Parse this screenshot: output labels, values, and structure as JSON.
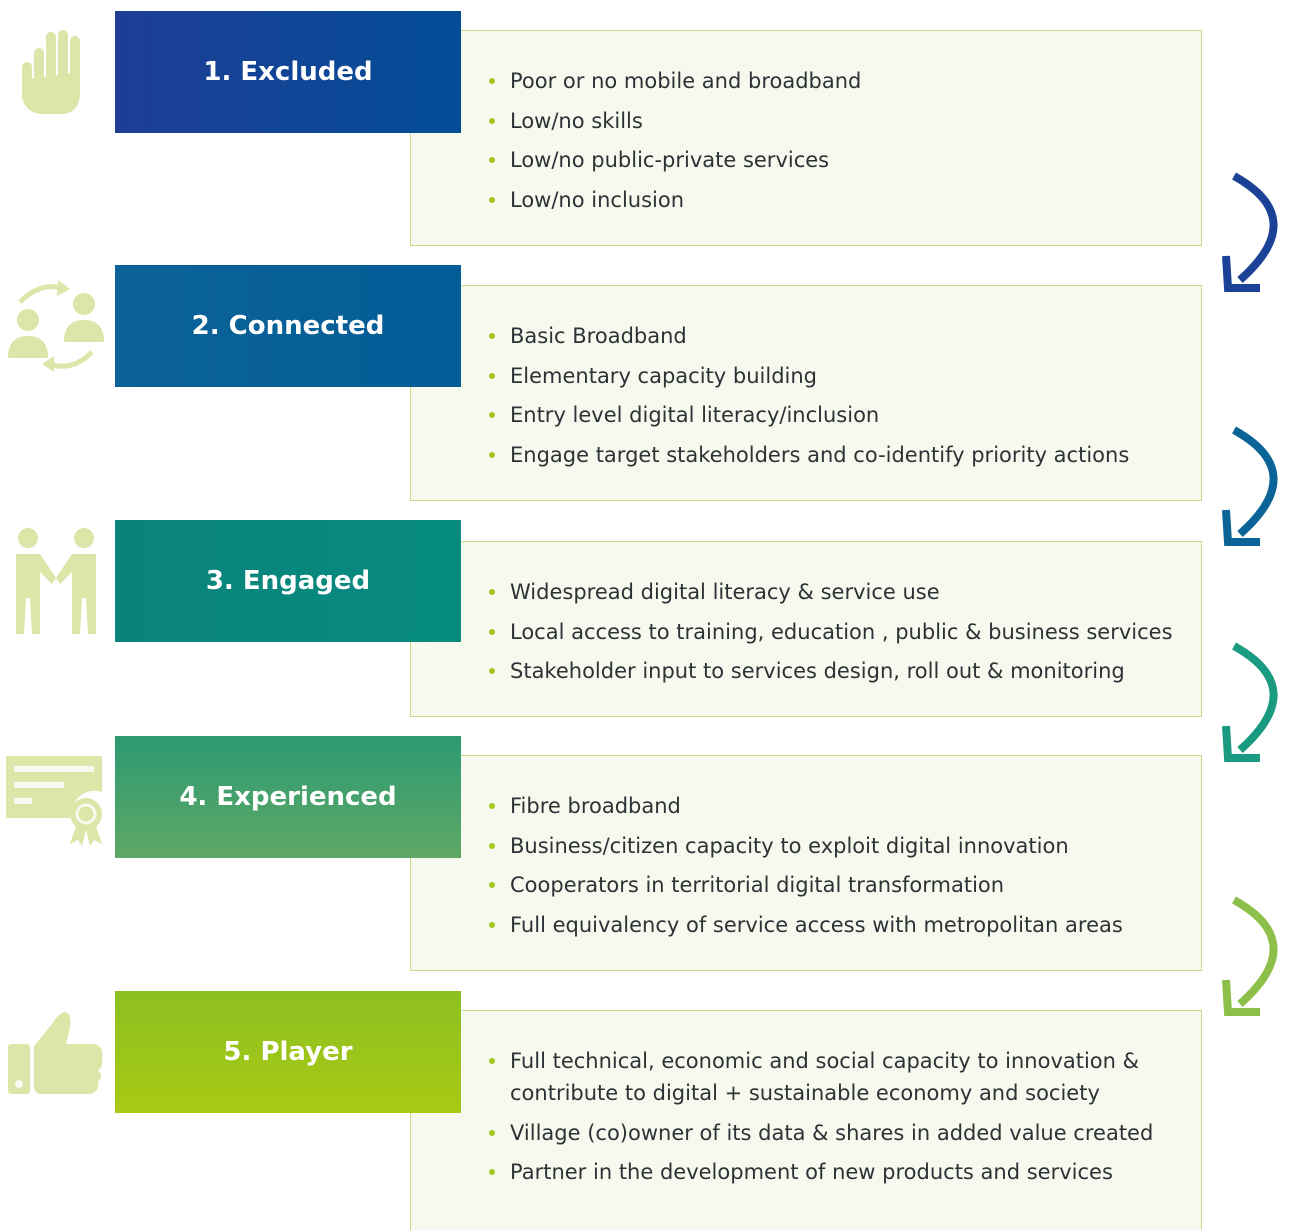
{
  "stages": [
    {
      "title": "1. Excluded",
      "icon": "hand-stop-icon",
      "color": "#1c4297",
      "bullets": [
        "Poor or no mobile and broadband",
        "Low/no skills",
        "Low/no public-private services",
        "Low/no inclusion"
      ]
    },
    {
      "title": "2. Connected",
      "icon": "people-exchange-icon",
      "color": "#0b6497",
      "bullets": [
        "Basic Broadband",
        "Elementary capacity building",
        "Entry level digital literacy/inclusion",
        "Engage target stakeholders and co-identify priority actions"
      ]
    },
    {
      "title": "3. Engaged",
      "icon": "handshake-people-icon",
      "color": "#0b8a82",
      "bullets": [
        "Widespread digital literacy & service use",
        "Local access to training, education , public & business services",
        "Stakeholder input to services design, roll out & monitoring"
      ]
    },
    {
      "title": "4. Experienced",
      "icon": "certificate-icon",
      "color": "#4a9e6c",
      "bullets": [
        "Fibre broadband",
        "Business/citizen capacity to exploit digital innovation",
        "Cooperators in territorial digital transformation",
        "Full equivalency of service access with metropolitan areas"
      ]
    },
    {
      "title": "5. Player",
      "icon": "thumbs-up-icon",
      "color": "#9cc31e",
      "bullets": [
        "Full technical, economic and social capacity to innovation & contribute to digital + sustainable economy and society",
        "Village (co)owner of its data & shares in added value created",
        "Partner in the development of new products and services"
      ]
    }
  ],
  "colors": {
    "icon": "#dbe6a8",
    "bullet": "#a6c51e",
    "box_bg": "#f6f9ee",
    "box_border": "#c8d98c",
    "arrows": [
      "#1c4297",
      "#0b6497",
      "#1a9a80",
      "#8dc04a"
    ]
  }
}
